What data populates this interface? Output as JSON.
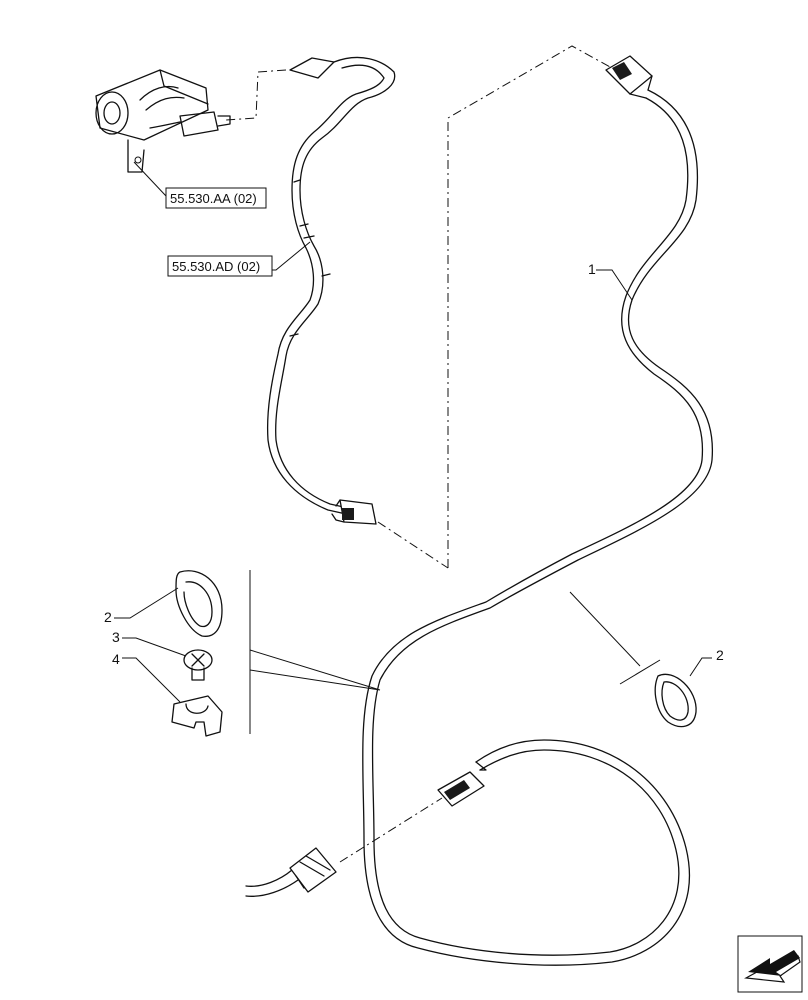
{
  "references": {
    "ref_aa": "55.530.AA (02)",
    "ref_ad": "55.530.AD (02)"
  },
  "callouts": {
    "item_1": "1",
    "item_2_left": "2",
    "item_2_right": "2",
    "item_3": "3",
    "item_4": "4"
  },
  "icons": {
    "nav": "arrow-navigation-icon"
  }
}
